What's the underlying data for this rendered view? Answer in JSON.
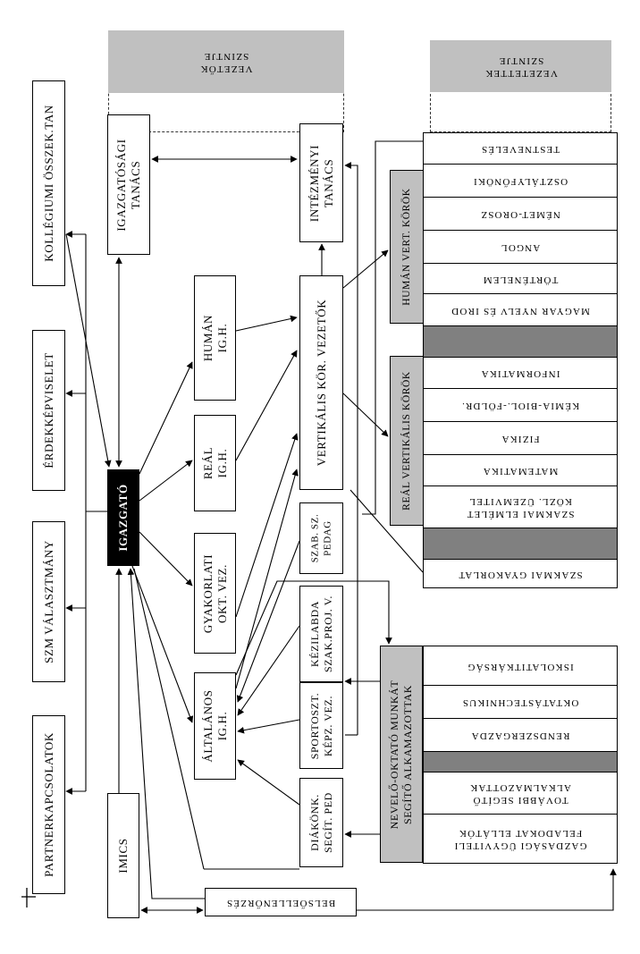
{
  "nodes": {
    "kollegiumi": "KOLLÉGIUMI ÖSSZEK.TAN",
    "erdekkepviselet": "ÉRDEKKÉPVISELET",
    "szm": "SZM VÁLASZTMÁNY",
    "partner": "PARTNERKAPCSOLATOK",
    "igazgato": "IGAZGATÓ",
    "igazgatosagi": "IGAZGATÓSÁGI\nTANÁCS",
    "imics": "IMICS",
    "belso": "BELSŐELLENŐRZÉS",
    "human_ig": "HUMÁN\nIG.H.",
    "real_ig": "REÁL\nIG.H.",
    "gyakorlati": "GYAKORLATI\nOKT. VEZ.",
    "altalanos": "ÁLTALÁNOS\nIG.H.",
    "intezmenyi": "INTÉZMÉNYI\nTANÁCS",
    "vertikalis": "VERTIKÁLIS KÖR. VEZETŐK",
    "szab": "SZAB. SZ.\nPEDAG",
    "kezilabda": "KÉZILABDA\nSZAK.PROJ. V.",
    "sportoszt": "SPORTOSZT.\nKÉPZ. VEZ.",
    "diakonk": "DIÁKÖNK.\nSEGÍT. PED",
    "vezetok_szintje": "VEZETŐK\nSZINTJE",
    "vezetettek_szintje": "VEZETETTEK\nSZINTJE",
    "human_vert": "HUMÁN VERT. KÖRÖK",
    "real_vert": "REÁL VERTIKÁLIS KÖRÖK",
    "nevelo": "NEVELŐ-OKTATÓ MUNKÁT\nSEGÍTŐ ALKAMAZOTTAK"
  },
  "human_list": [
    "TESTNEVELÉS",
    "OSZTÁLYFŐNÖKI",
    "NÉMET-OROSZ",
    "ANGOL",
    "TÖRTÉNELEM",
    "MAGYAR NYELV ÉS IROD"
  ],
  "real_list": [
    "INFORMATIKA",
    "KÉMIA-BIOL.-FÖLDR.",
    "FIZIKA",
    "MATEMATIKA",
    "SZAKMAI ELMÉLET\nKÖZL. ÜZEMVITEL"
  ],
  "szakmai_gyak": "SZAKMAI GYAKORLAT",
  "staff_list": [
    "ISKOLATITKÁRSÁG",
    "OKTATÁSTECHNIKUS",
    "RENDSZERGAZDA",
    "TOVÁBBI SEGÍTŐ\nALKALMAZOTTAK",
    "GAZDASÁGI ÜGYVITELI\nFELADOKAT ELLÁTÓK"
  ]
}
